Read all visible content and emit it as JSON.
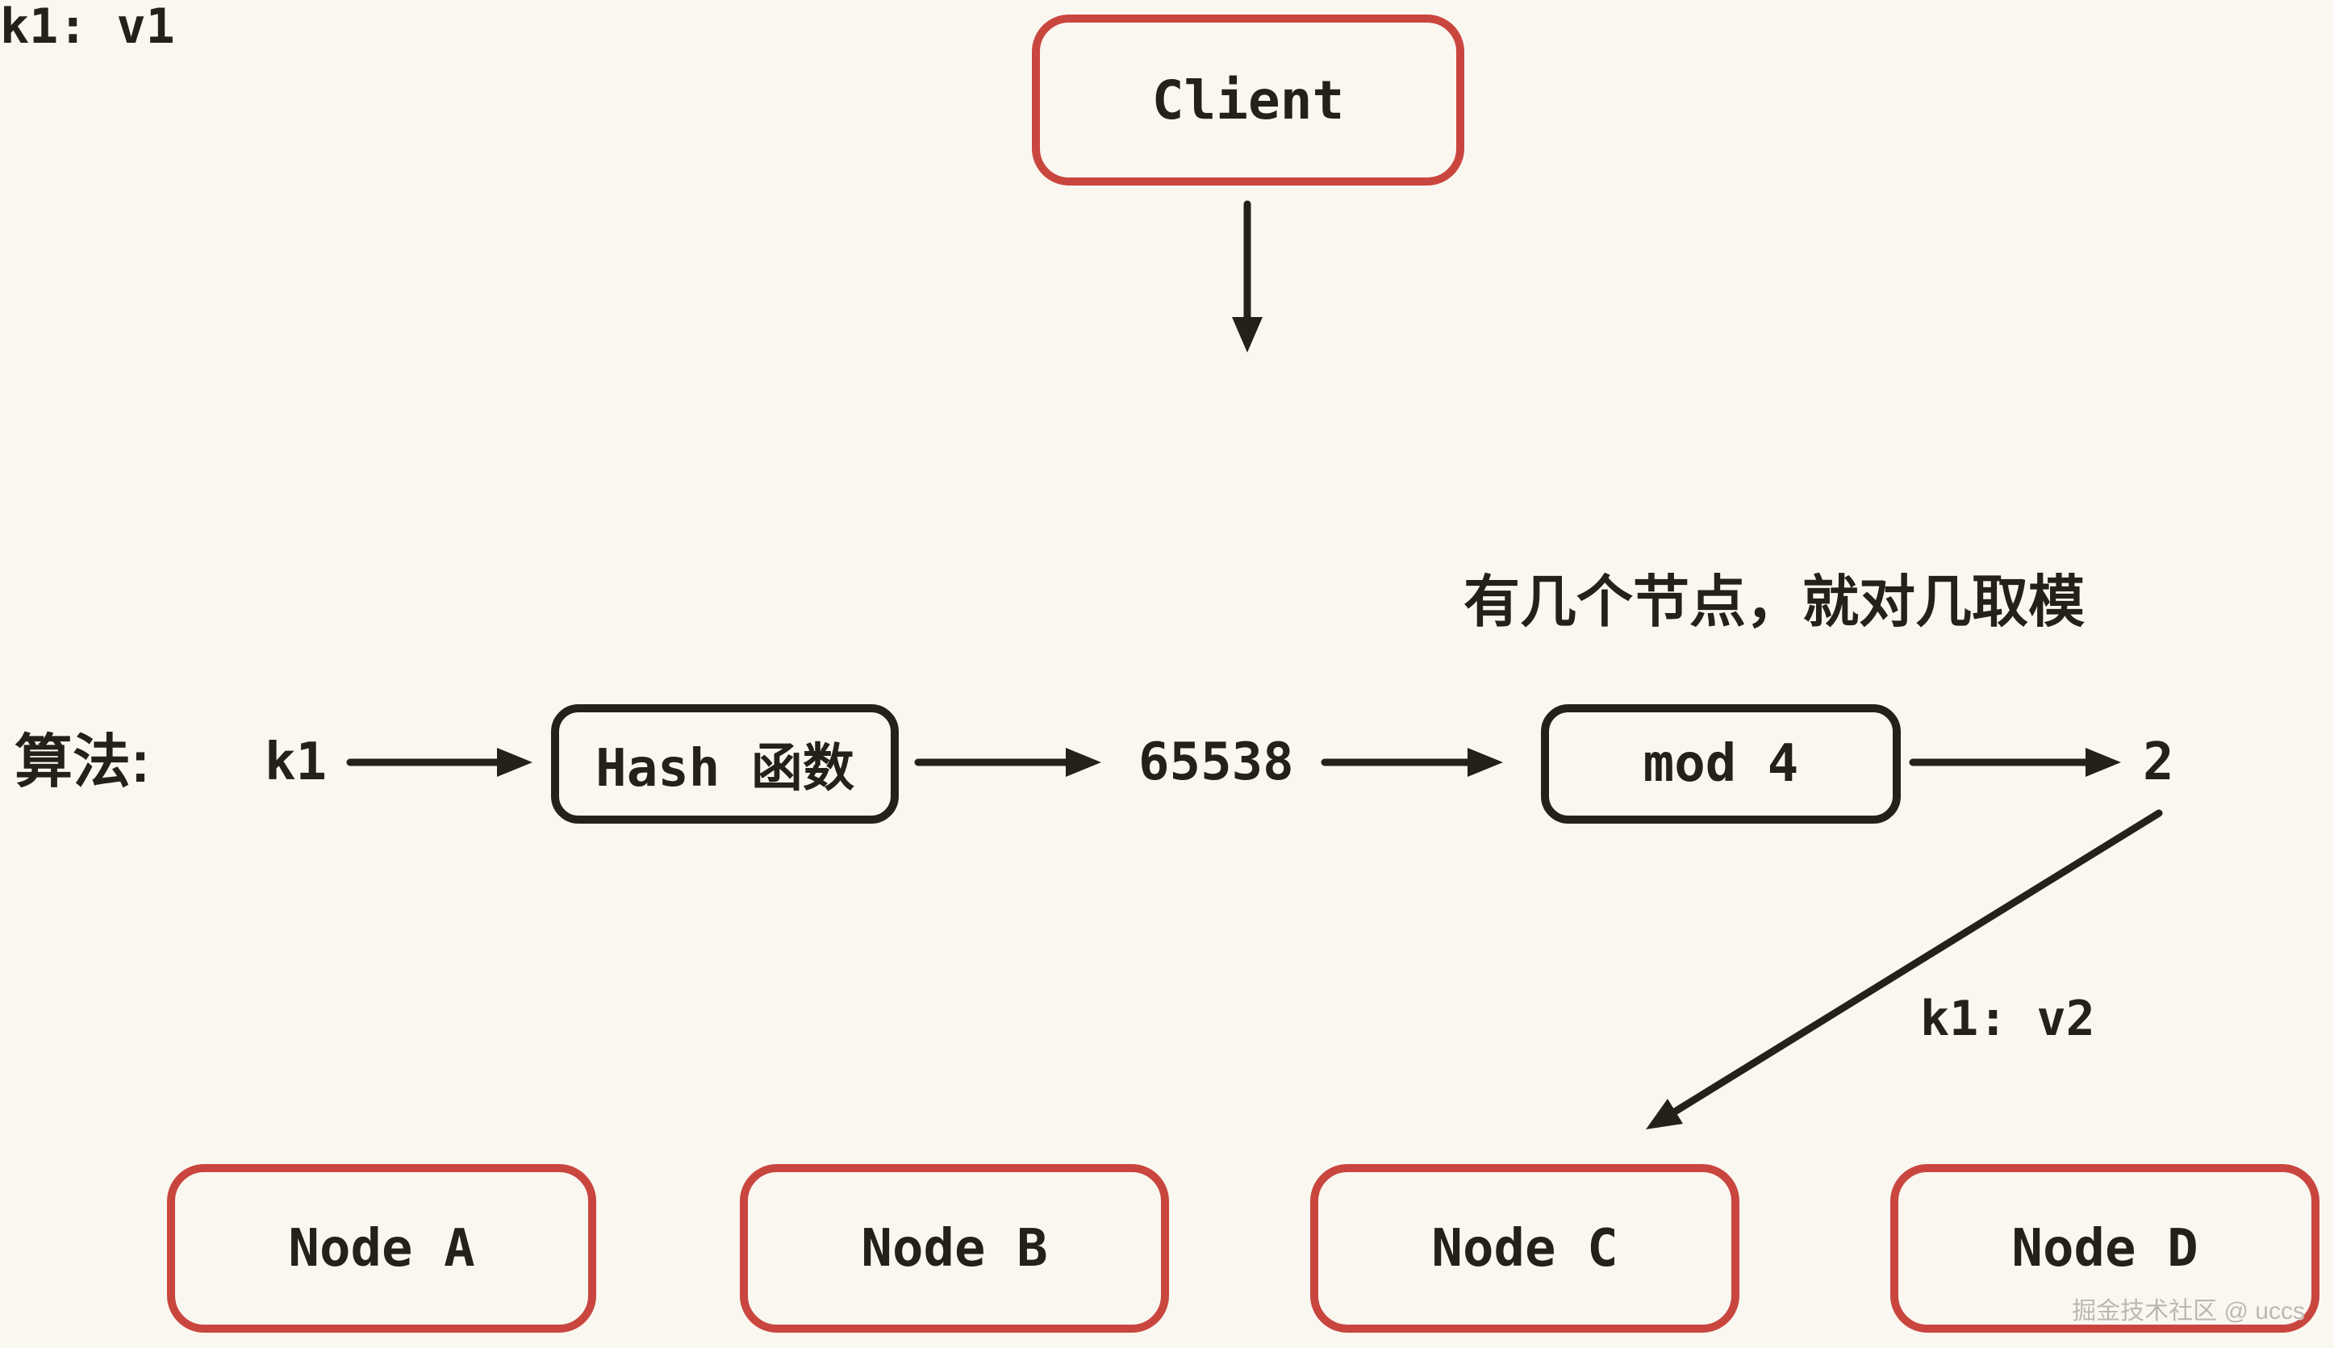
{
  "theme": {
    "bg": "#faf7f1",
    "ink": "#252019",
    "red": "#c9463f",
    "wm": "#bcb7b0"
  },
  "client_box": {
    "label": "Client"
  },
  "client_arrow": {
    "label": "k1: v1"
  },
  "annotation": {
    "text": "有几个节点，就对几取模"
  },
  "algorithm_row": {
    "prefix": "算法:",
    "key": "k1",
    "hash_box_label": "Hash 函数",
    "hash_value": "65538",
    "mod_box_label": "mod 4",
    "mod_result": "2"
  },
  "assignment_arrow": {
    "label": "k1: v2"
  },
  "nodes": [
    {
      "label": "Node A"
    },
    {
      "label": "Node B"
    },
    {
      "label": "Node C"
    },
    {
      "label": "Node D"
    }
  ],
  "watermark": {
    "text": "掘金技术社区 @ uccs"
  }
}
